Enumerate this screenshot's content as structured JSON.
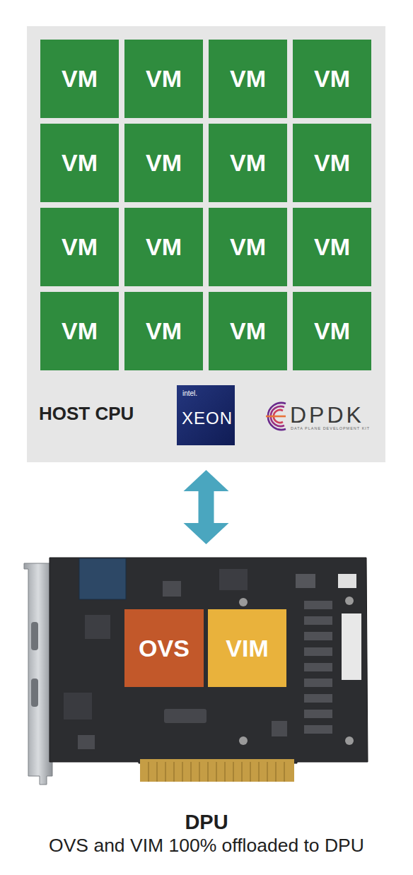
{
  "diagram": {
    "nodes": [
      {
        "text": [
          "HOST CPU"
        ]
      },
      {
        "text": [
          "VM"
        ],
        "in": 0
      },
      {
        "text": [
          "VM"
        ],
        "in": 0
      },
      {
        "text": [
          "VM"
        ],
        "in": 0
      },
      {
        "text": [
          "VM"
        ],
        "in": 0
      },
      {
        "text": [
          "VM"
        ],
        "in": 0
      },
      {
        "text": [
          "VM"
        ],
        "in": 0
      },
      {
        "text": [
          "VM"
        ],
        "in": 0
      },
      {
        "text": [
          "VM"
        ],
        "in": 0
      },
      {
        "text": [
          "VM"
        ],
        "in": 0
      },
      {
        "text": [
          "VM"
        ],
        "in": 0
      },
      {
        "text": [
          "VM"
        ],
        "in": 0
      },
      {
        "text": [
          "VM"
        ],
        "in": 0
      },
      {
        "text": [
          "VM"
        ],
        "in": 0
      },
      {
        "text": [
          "VM"
        ],
        "in": 0
      },
      {
        "text": [
          "VM"
        ],
        "in": 0
      },
      {
        "text": [
          "VM"
        ],
        "in": 0
      },
      {
        "text": [
          "DPU",
          "OVS and VIM 100% offloaded to DPU"
        ]
      },
      {
        "text": [
          "OVS"
        ],
        "in": 17
      },
      {
        "text": [
          "VIM"
        ],
        "in": 17
      }
    ],
    "edges": [
      {
        "from": 0,
        "to": 17,
        "arrow": "both"
      }
    ],
    "labels": [
      "intel.",
      "XEON",
      "DPDK",
      "DATA PLANE DEVELOPMENT KIT"
    ]
  }
}
